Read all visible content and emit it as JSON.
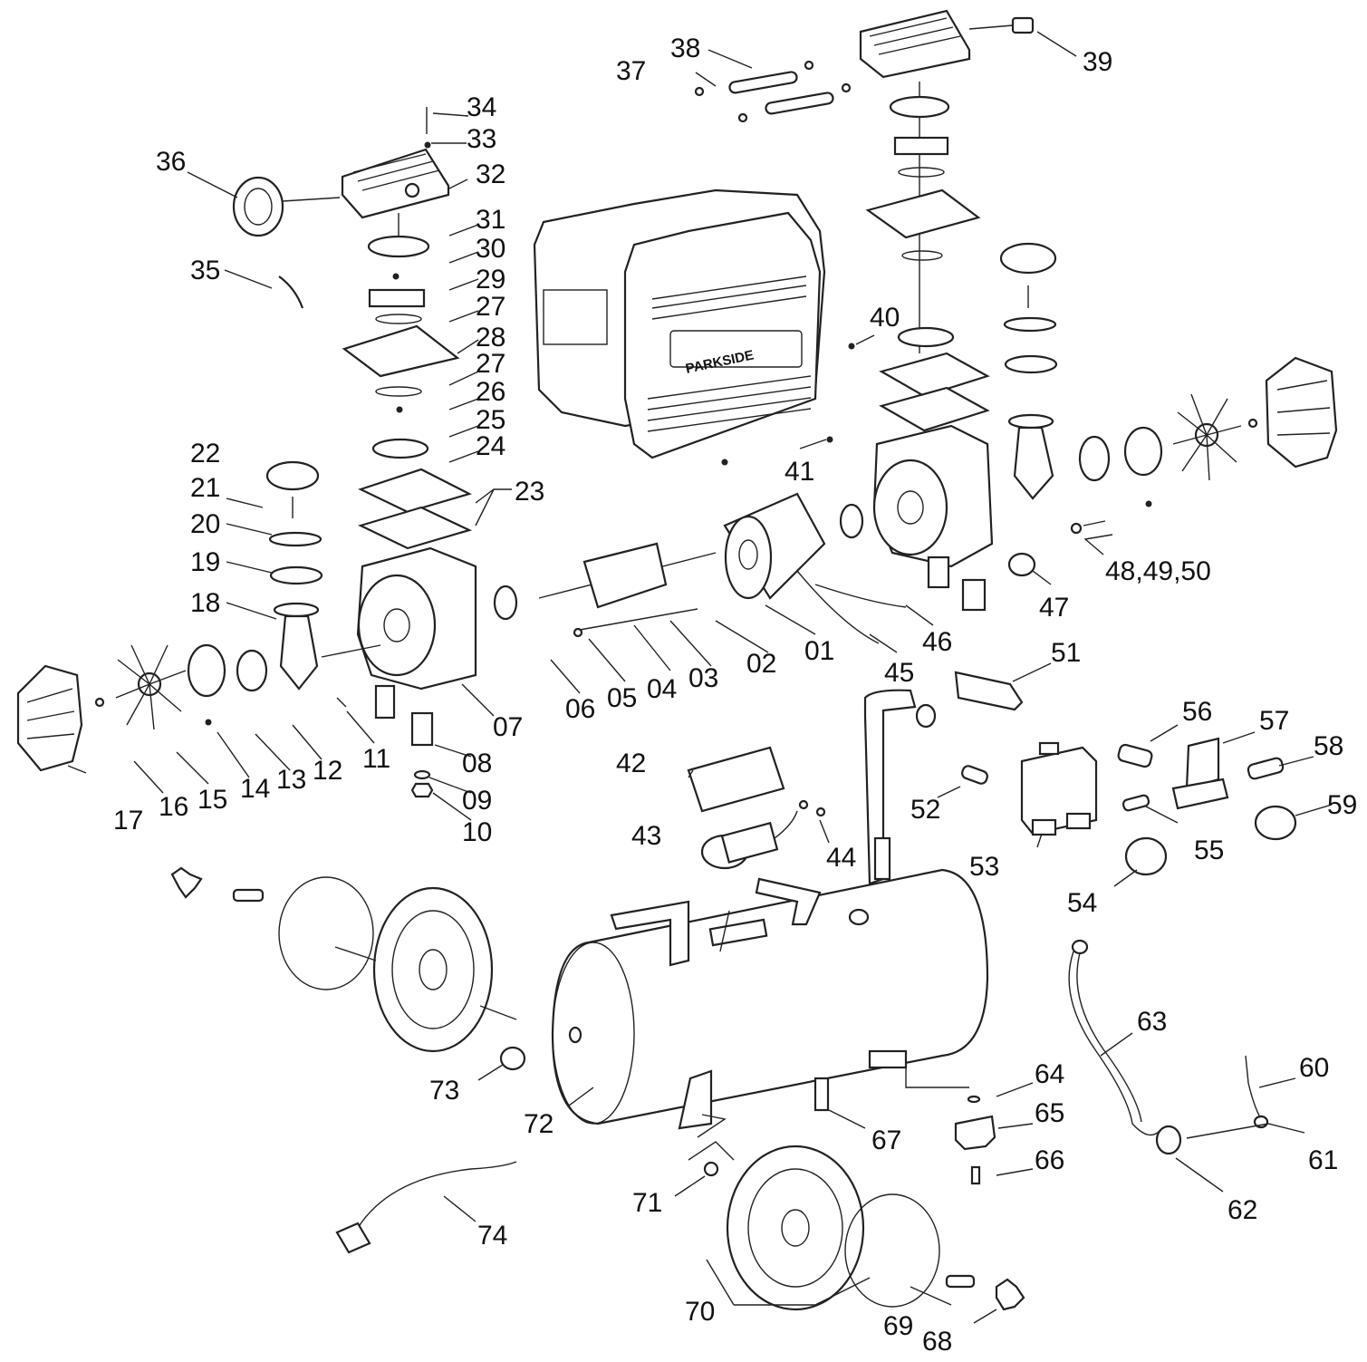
{
  "brand": "PARKSIDE",
  "labels": [
    {
      "id": "01",
      "text": "01"
    },
    {
      "id": "02",
      "text": "02"
    },
    {
      "id": "03",
      "text": "03"
    },
    {
      "id": "04",
      "text": "04"
    },
    {
      "id": "05",
      "text": "05"
    },
    {
      "id": "06",
      "text": "06"
    },
    {
      "id": "07",
      "text": "07"
    },
    {
      "id": "08",
      "text": "08"
    },
    {
      "id": "09",
      "text": "09"
    },
    {
      "id": "10",
      "text": "10"
    },
    {
      "id": "11",
      "text": "11"
    },
    {
      "id": "12",
      "text": "12"
    },
    {
      "id": "13",
      "text": "13"
    },
    {
      "id": "14",
      "text": "14"
    },
    {
      "id": "15",
      "text": "15"
    },
    {
      "id": "16",
      "text": "16"
    },
    {
      "id": "17",
      "text": "17"
    },
    {
      "id": "18",
      "text": "18"
    },
    {
      "id": "19",
      "text": "19"
    },
    {
      "id": "20",
      "text": "20"
    },
    {
      "id": "21",
      "text": "21"
    },
    {
      "id": "22",
      "text": "22"
    },
    {
      "id": "23",
      "text": "23"
    },
    {
      "id": "24",
      "text": "24"
    },
    {
      "id": "25",
      "text": "25"
    },
    {
      "id": "26",
      "text": "26"
    },
    {
      "id": "27a",
      "text": "27"
    },
    {
      "id": "27b",
      "text": "27"
    },
    {
      "id": "28",
      "text": "28"
    },
    {
      "id": "29",
      "text": "29"
    },
    {
      "id": "30",
      "text": "30"
    },
    {
      "id": "31",
      "text": "31"
    },
    {
      "id": "32",
      "text": "32"
    },
    {
      "id": "33",
      "text": "33"
    },
    {
      "id": "34",
      "text": "34"
    },
    {
      "id": "35",
      "text": "35"
    },
    {
      "id": "36",
      "text": "36"
    },
    {
      "id": "37",
      "text": "37"
    },
    {
      "id": "38",
      "text": "38"
    },
    {
      "id": "39",
      "text": "39"
    },
    {
      "id": "40",
      "text": "40"
    },
    {
      "id": "41",
      "text": "41"
    },
    {
      "id": "42",
      "text": "42"
    },
    {
      "id": "43",
      "text": "43"
    },
    {
      "id": "44",
      "text": "44"
    },
    {
      "id": "45",
      "text": "45"
    },
    {
      "id": "46",
      "text": "46"
    },
    {
      "id": "47",
      "text": "47"
    },
    {
      "id": "48_50",
      "text": "48,49,50"
    },
    {
      "id": "51",
      "text": "51"
    },
    {
      "id": "52",
      "text": "52"
    },
    {
      "id": "53",
      "text": "53"
    },
    {
      "id": "54",
      "text": "54"
    },
    {
      "id": "55",
      "text": "55"
    },
    {
      "id": "56",
      "text": "56"
    },
    {
      "id": "57",
      "text": "57"
    },
    {
      "id": "58",
      "text": "58"
    },
    {
      "id": "59",
      "text": "59"
    },
    {
      "id": "60",
      "text": "60"
    },
    {
      "id": "61",
      "text": "61"
    },
    {
      "id": "62",
      "text": "62"
    },
    {
      "id": "63",
      "text": "63"
    },
    {
      "id": "64",
      "text": "64"
    },
    {
      "id": "65",
      "text": "65"
    },
    {
      "id": "66",
      "text": "66"
    },
    {
      "id": "67",
      "text": "67"
    },
    {
      "id": "68",
      "text": "68"
    },
    {
      "id": "69",
      "text": "69"
    },
    {
      "id": "70",
      "text": "70"
    },
    {
      "id": "71",
      "text": "71"
    },
    {
      "id": "72",
      "text": "72"
    },
    {
      "id": "73",
      "text": "73"
    },
    {
      "id": "74",
      "text": "74"
    }
  ]
}
